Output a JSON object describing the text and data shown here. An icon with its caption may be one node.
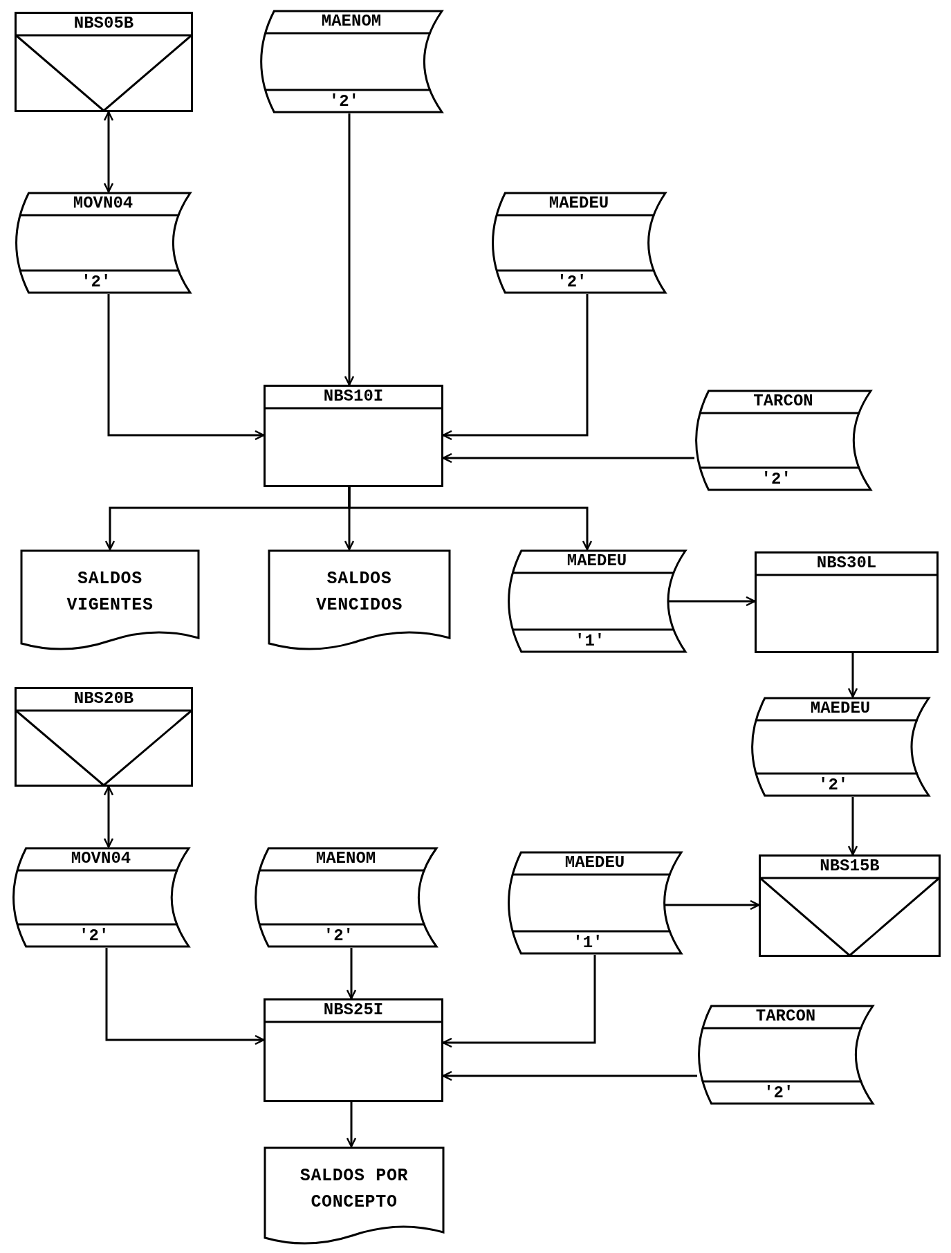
{
  "diagram": {
    "nodes": [
      {
        "text": [
          "NBS05B"
        ]
      },
      {
        "text": [
          "MAENOM",
          "'2'"
        ]
      },
      {
        "text": [
          "MOVN04",
          "'2'"
        ]
      },
      {
        "text": [
          "MAEDEU",
          "'2'"
        ]
      },
      {
        "text": [
          "NBS10I"
        ]
      },
      {
        "text": [
          "TARCON",
          "'2'"
        ]
      },
      {
        "text": [
          "SALDOS VIGENTES"
        ]
      },
      {
        "text": [
          "SALDOS VENCIDOS"
        ]
      },
      {
        "text": [
          "MAEDEU",
          "'1'"
        ]
      },
      {
        "text": [
          "NBS30L"
        ]
      },
      {
        "text": [
          "NBS20B"
        ]
      },
      {
        "text": [
          "MAEDEU",
          "'2'"
        ]
      },
      {
        "text": [
          "MOVN04",
          "'2'"
        ]
      },
      {
        "text": [
          "MAENOM",
          "'2'"
        ]
      },
      {
        "text": [
          "MAEDEU",
          "'1'"
        ]
      },
      {
        "text": [
          "NBS15B"
        ]
      },
      {
        "text": [
          "NBS25I"
        ]
      },
      {
        "text": [
          "TARCON",
          "'2'"
        ]
      },
      {
        "text": [
          "SALDOS POR CONCEPTO"
        ]
      }
    ],
    "edges": [
      {
        "from": 0,
        "to": 2,
        "arrow": "both"
      },
      {
        "from": 1,
        "to": 4,
        "arrow": "to"
      },
      {
        "from": 2,
        "to": 4,
        "arrow": "to"
      },
      {
        "from": 3,
        "to": 4,
        "arrow": "to"
      },
      {
        "from": 5,
        "to": 4,
        "arrow": "to"
      },
      {
        "from": 4,
        "to": 6,
        "arrow": "to"
      },
      {
        "from": 4,
        "to": 7,
        "arrow": "to"
      },
      {
        "from": 4,
        "to": 8,
        "arrow": "to"
      },
      {
        "from": 8,
        "to": 9,
        "arrow": "to"
      },
      {
        "from": 9,
        "to": 11,
        "arrow": "to"
      },
      {
        "from": 11,
        "to": 15,
        "arrow": "to"
      },
      {
        "from": 10,
        "to": 12,
        "arrow": "both"
      },
      {
        "from": 14,
        "to": 15,
        "arrow": "to"
      },
      {
        "from": 12,
        "to": 16,
        "arrow": "to"
      },
      {
        "from": 13,
        "to": 16,
        "arrow": "to"
      },
      {
        "from": 14,
        "to": 16,
        "arrow": "to"
      },
      {
        "from": 17,
        "to": 16,
        "arrow": "to"
      },
      {
        "from": 16,
        "to": 18,
        "arrow": "to"
      }
    ]
  }
}
